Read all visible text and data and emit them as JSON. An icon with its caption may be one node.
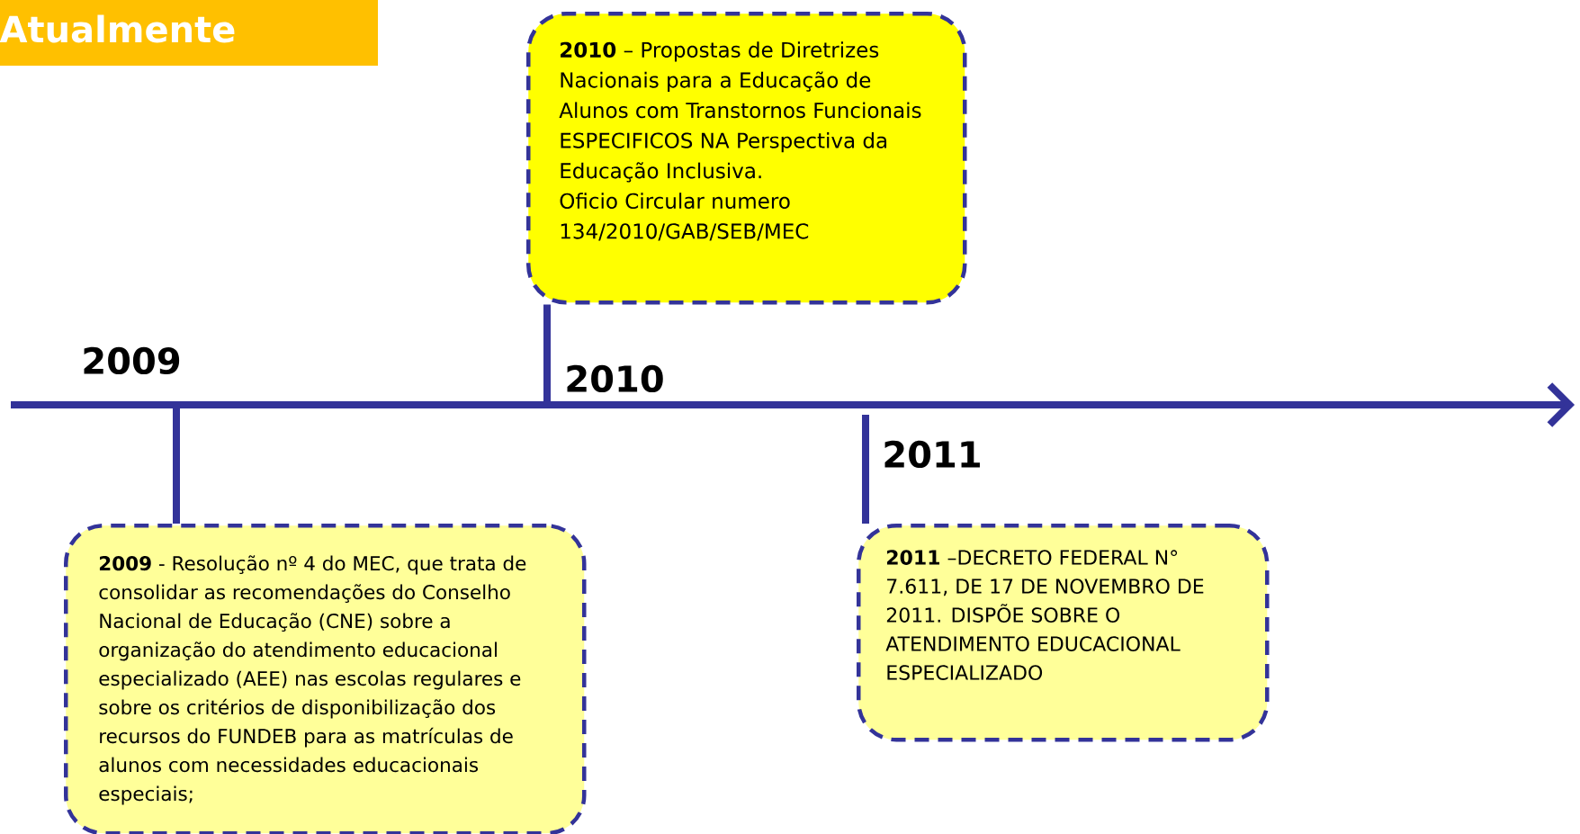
{
  "diagram": {
    "title": "Atualmente",
    "nodes": [
      {
        "text": [
          "**2010** – Propostas de Diretrizes Nacionais para a Educação de Alunos com Transtornos Funcionais ESPECIFICOS NA Perspectiva da Educação Inclusiva.",
          "Oficio Circular numero 134/2010/GAB/SEB/MEC"
        ]
      },
      {
        "text": [
          "**2009** - Resolução nº 4 do MEC, que trata de consolidar as recomendações do Conselho Nacional de Educação (CNE) sobre a organização do atendimento educacional especializado (AEE) nas escolas regulares e sobre os critérios de disponibilização dos recursos do FUNDEB para as matrículas de alunos com necessidades educacionais especiais;"
        ]
      },
      {
        "text": [
          "**2011** –DECRETO FEDERAL N° 7.611, DE 17 DE NOVEMBRO DE 2011.  DISPÕE SOBRE O ATENDIMENTO EDUCACIONAL ESPECIALIZADO"
        ]
      }
    ],
    "edges": [
      {
        "from": null,
        "to": 0,
        "arrow": "none"
      },
      {
        "from": null,
        "to": 1,
        "arrow": "none"
      },
      {
        "from": null,
        "to": 2,
        "arrow": "none"
      }
    ],
    "labels": [
      "2009",
      "2010",
      "2011"
    ]
  }
}
